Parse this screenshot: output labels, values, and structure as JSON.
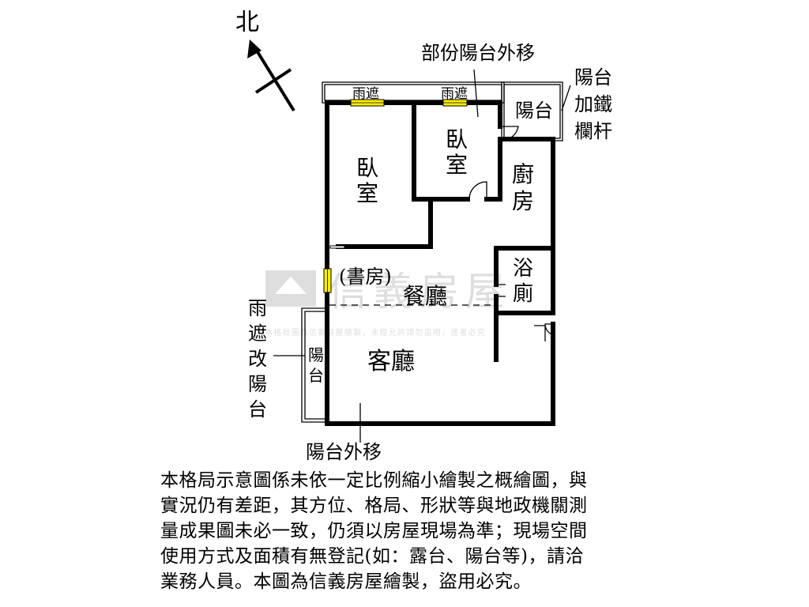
{
  "compass": {
    "label": "北"
  },
  "rooms": {
    "bedroom_left": [
      "臥",
      "室"
    ],
    "bedroom_right": [
      "臥",
      "室"
    ],
    "kitchen": [
      "廚",
      "房"
    ],
    "bathroom": [
      "浴",
      "廁"
    ],
    "study": "(書房)",
    "dining": "餐廳",
    "living": "客廳",
    "balcony_top": "陽台",
    "balcony_left": [
      "陽",
      "台"
    ]
  },
  "awnings": {
    "left": "雨遮",
    "right": "雨遮"
  },
  "notes": {
    "partial_balcony": "部份陽台外移",
    "balcony_railing": [
      "陽台",
      "加鐵",
      "欄杆"
    ],
    "awning_to_balcony": [
      "雨",
      "遮",
      "改",
      "陽",
      "台"
    ],
    "balcony_moved": "陽台外移"
  },
  "watermark": {
    "brand": "信義房屋",
    "notice": "本格局圖為信義房屋繪製，未經允許請勿盜用，違者必究"
  },
  "disclaimer_lines": [
    "本格局示意圖係未依一定比例縮小繪製之概繪圖，與",
    "實況仍有差距，其方位、格局、形狀等與地政機關測",
    "量成果圖未必一致，仍須以房屋現場為準；現場空間",
    "使用方式及面積有無登記(如：露台、陽台等)，請洽",
    "業務人員。本圖為信義房屋繪製，盜用必究。"
  ]
}
